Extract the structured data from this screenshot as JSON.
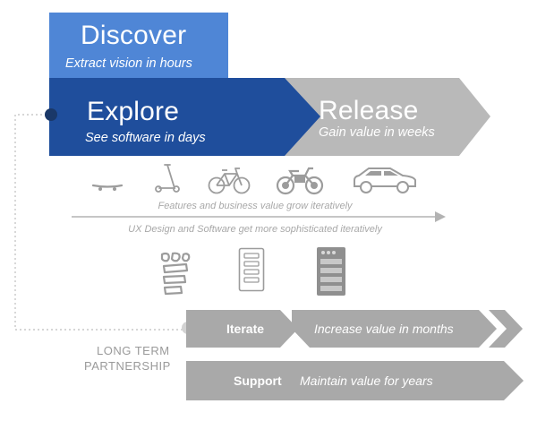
{
  "discover": {
    "title": "Discover",
    "subtitle": "Extract vision in hours"
  },
  "explore": {
    "title": "Explore",
    "subtitle": "See software in days"
  },
  "release": {
    "title": "Release",
    "subtitle": "Gain value in weeks"
  },
  "vehicles": [
    "skateboard-icon",
    "scooter-icon",
    "bicycle-icon",
    "motorcycle-icon",
    "car-icon"
  ],
  "middle": {
    "line1": "Features and business value grow iteratively",
    "line2": "UX Design and Software get more sophisticated iteratively"
  },
  "ui_stages": [
    "sketch-wireframe-icon",
    "wireframe-icon",
    "hifi-mockup-icon"
  ],
  "long_term": {
    "line1": "LONG TERM",
    "line2": "PARTNERSHIP"
  },
  "iterate": {
    "label": "Iterate",
    "description": "Increase value in months"
  },
  "support": {
    "label": "Support",
    "description": "Maintain value for years"
  },
  "colors": {
    "discover": "#4f86d6",
    "explore": "#1f4e9c",
    "release": "#b9b9b9",
    "lower": "#a9a9a9",
    "lower_dark": "#9a9a9a",
    "text_gray": "#a8a8a8"
  }
}
